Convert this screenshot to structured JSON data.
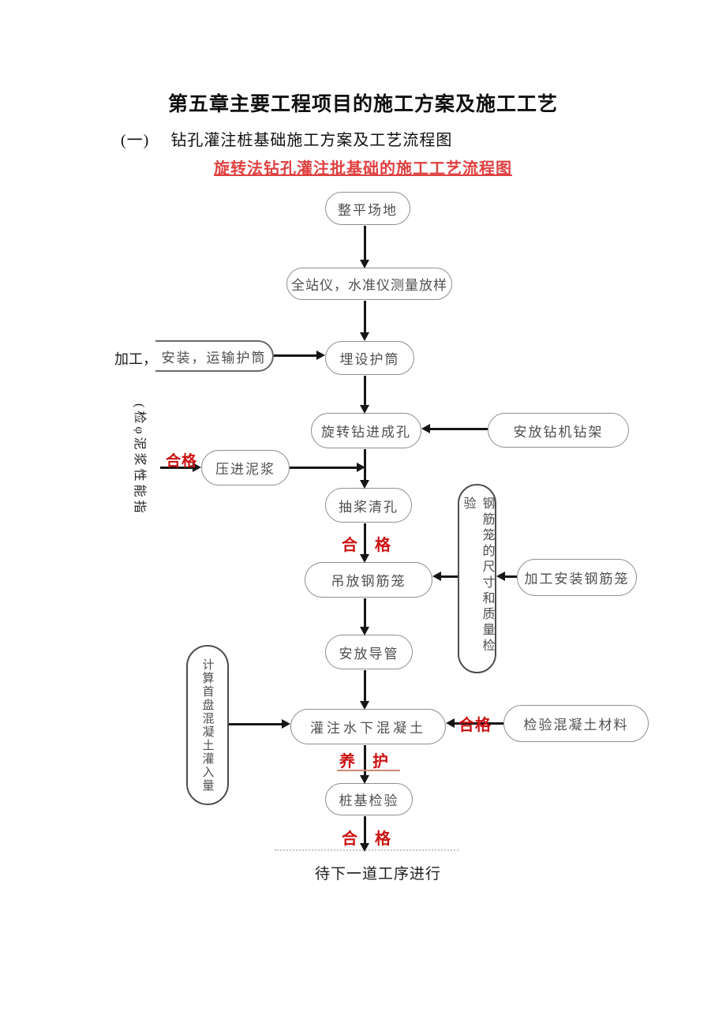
{
  "colors": {
    "accent_red": "#cc1111",
    "title_red": "#e04040",
    "line_color": "#161616",
    "box_border": "#8f8f8f",
    "cure_line": "#cc8877"
  },
  "header": {
    "chapter_title": "第五章主要工程项目的施工方案及施工工艺",
    "section_marker": "(一)",
    "section_title": "钻孔灌注桩基础施工方案及工艺流程图",
    "diagram_title": "旋转法钻孔灌注批基础的施工工艺流程图"
  },
  "flowchart": {
    "nodes": {
      "level_site": "整平场地",
      "survey": "全站仪，水准仪测量放样",
      "install_transport_casing": "安装，运输护筒",
      "bury_casing": "埋设护筒",
      "rotary_drilling": "旋转钻进成孔",
      "place_drill_rig": "安放钻机钻架",
      "press_mud": "压进泥浆",
      "pump_clean_hole": "抽桨清孔",
      "hoist_steel_cage": "吊放钢筋笼",
      "cage_quality_check": "钢筋笼的尺寸和质量检验",
      "fabricate_install_cage": "加工安装钢筋笼",
      "place_conduit": "安放导管",
      "calc_first_batch": "计算首盘混凝土灌入量",
      "pour_underwater_concrete": "灌注水下混凝土",
      "inspect_concrete_materials": "检验混凝土材料",
      "pile_inspection": "桩基检验"
    },
    "labels": {
      "process_prefix": "加工，",
      "mud_note": "(检φ泥浆性能指",
      "qualified_mud": "合格",
      "qualified_clean": "合　格",
      "qualified_concrete": "合格",
      "curing": "养　护",
      "qualified_pile": "合　格",
      "next_step": "待下一道工序进行"
    }
  }
}
